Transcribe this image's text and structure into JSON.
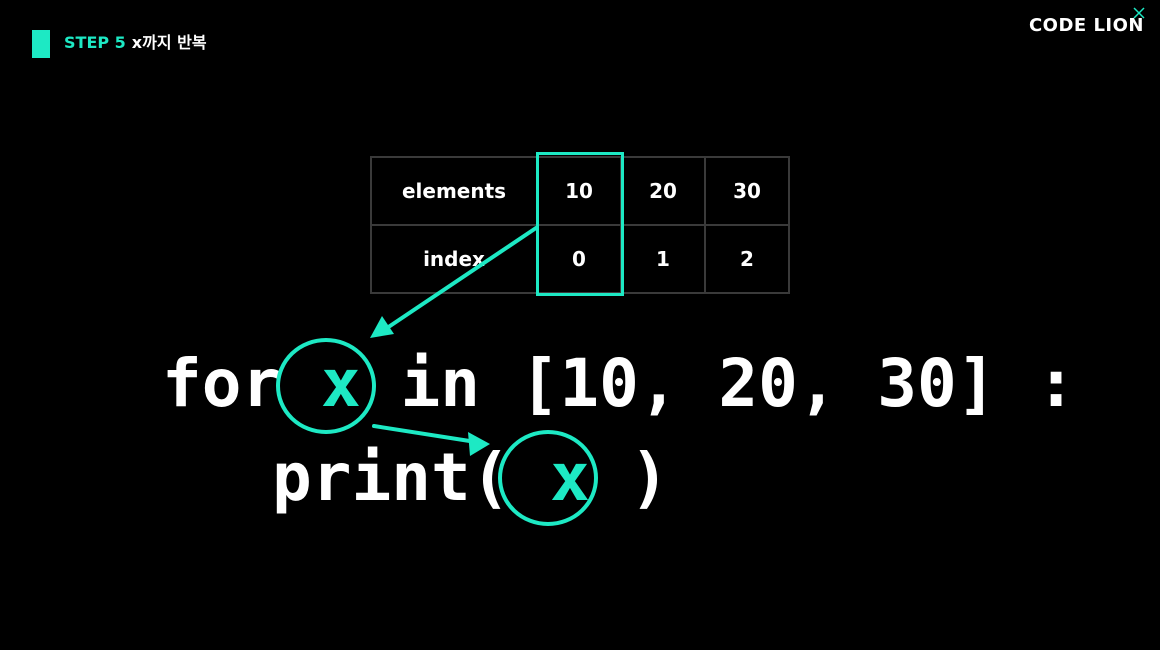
{
  "header": {
    "step_number": "STEP 5",
    "step_title": "x까지 반복"
  },
  "logo": {
    "text": "CODE LION"
  },
  "table": {
    "rows": [
      {
        "label": "elements",
        "cells": [
          "10",
          "20",
          "30"
        ]
      },
      {
        "label": "index",
        "cells": [
          "0",
          "1",
          "2"
        ]
      }
    ]
  },
  "code": {
    "line1_keyword": "for",
    "line1_var": "x",
    "line1_rest": "in [10, 20, 30] :",
    "line2_func": "print(",
    "line2_var": "x",
    "line2_close": ")"
  },
  "colors": {
    "accent": "#1de9c4",
    "background": "#000000",
    "text": "#ffffff",
    "table_border": "#3a3a3a"
  }
}
